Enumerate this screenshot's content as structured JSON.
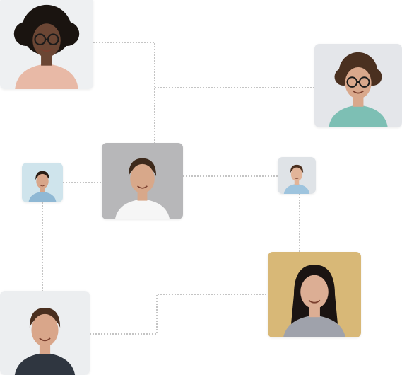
{
  "palette": {
    "connector": "#8a8a8a",
    "background": "#ffffff"
  },
  "profiles": [
    {
      "id": "p1",
      "icon": "person-photo-icon",
      "background": "#eef0f2",
      "skin": "#6b4634",
      "hair": "#1a1410",
      "hair_style": "curly-full",
      "shirt": "#e8b9a6",
      "glasses": true
    },
    {
      "id": "p2",
      "icon": "person-photo-icon",
      "background": "#e4e6ea",
      "skin": "#d9a88c",
      "hair": "#4a3020",
      "hair_style": "curly",
      "shirt": "#7dbfb4",
      "glasses": true
    },
    {
      "id": "p3",
      "icon": "person-photo-icon",
      "background": "#b7b7b9",
      "skin": "#d8a88a",
      "hair": "#3e2a1c",
      "hair_style": "short",
      "shirt": "#f6f6f6",
      "glasses": false
    },
    {
      "id": "p4",
      "icon": "person-photo-icon",
      "background": "#cfe4ec",
      "skin": "#d8a68a",
      "hair": "#2b1d14",
      "hair_style": "short",
      "shirt": "#8fb8d4",
      "glasses": false
    },
    {
      "id": "p5",
      "icon": "person-photo-icon",
      "background": "#dfe3e7",
      "skin": "#e2b498",
      "hair": "#4a2f1f",
      "hair_style": "short",
      "shirt": "#9ec4de",
      "glasses": false
    },
    {
      "id": "p6",
      "icon": "person-photo-icon",
      "background": "#d8b877",
      "skin": "#dcae94",
      "hair": "#1b1412",
      "hair_style": "long",
      "shirt": "#9fa2ab",
      "glasses": false
    },
    {
      "id": "p7",
      "icon": "person-photo-icon",
      "background": "#eceef0",
      "skin": "#d9a68a",
      "hair": "#4a2f1f",
      "hair_style": "short",
      "shirt": "#2f3640",
      "glasses": false
    }
  ]
}
